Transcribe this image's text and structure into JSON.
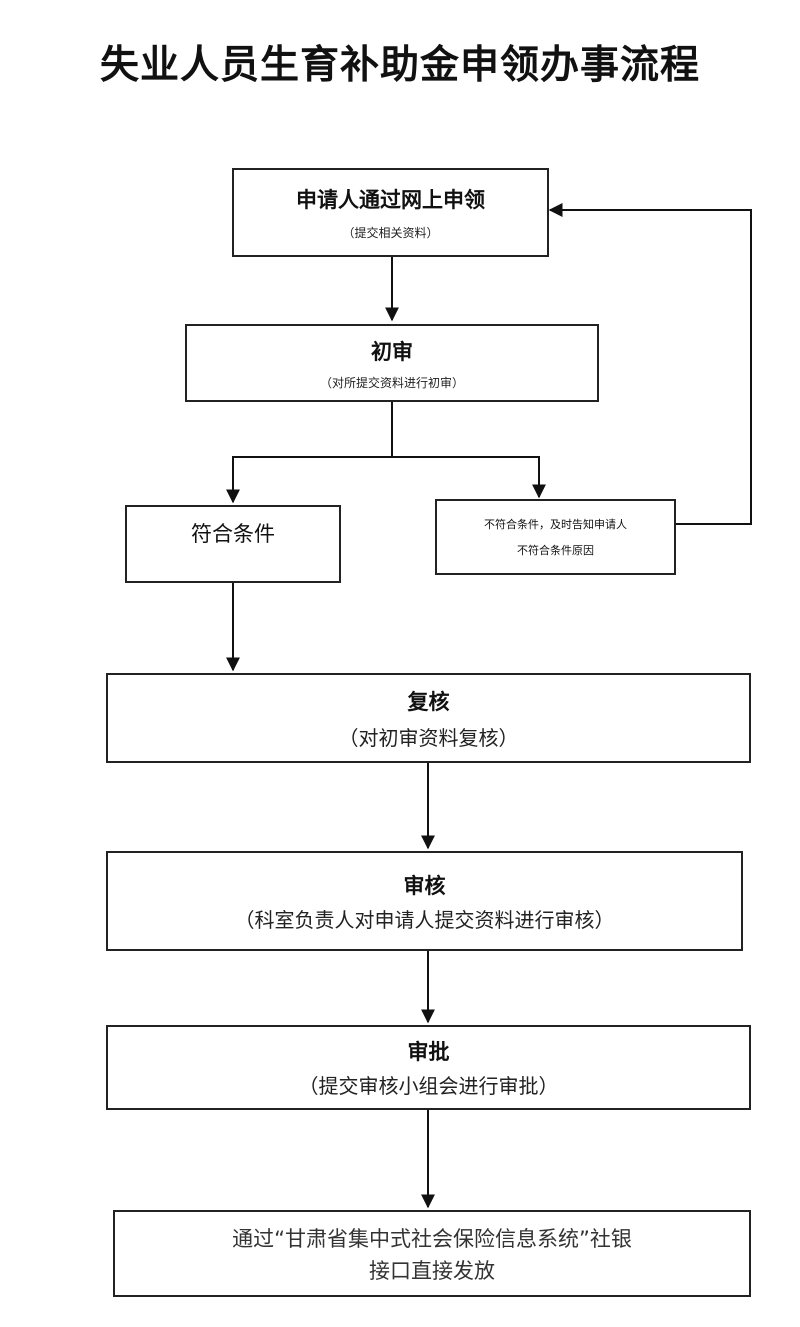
{
  "title": "失业人员生育补助金申领办事流程",
  "steps": {
    "apply": {
      "main": "申请人通过网上申领",
      "sub": "（提交相关资料）"
    },
    "initial": {
      "main": "初审",
      "sub": "（对所提交资料进行初审）"
    },
    "qualified": {
      "main": "符合条件"
    },
    "unqualified": {
      "line1": "不符合条件，及时告知申请人",
      "line2": "不符合条件原因"
    },
    "recheck": {
      "main": "复核",
      "sub": "（对初审资料复核）"
    },
    "audit": {
      "main": "审核",
      "sub": "（科室负责人对申请人提交资料进行审核）"
    },
    "approve": {
      "main": "审批",
      "sub": "（提交审核小组会进行审批）"
    },
    "issue": {
      "line1": "通过“甘肃省集中式社会保险信息系统”社银",
      "line2": "接口直接发放"
    }
  }
}
